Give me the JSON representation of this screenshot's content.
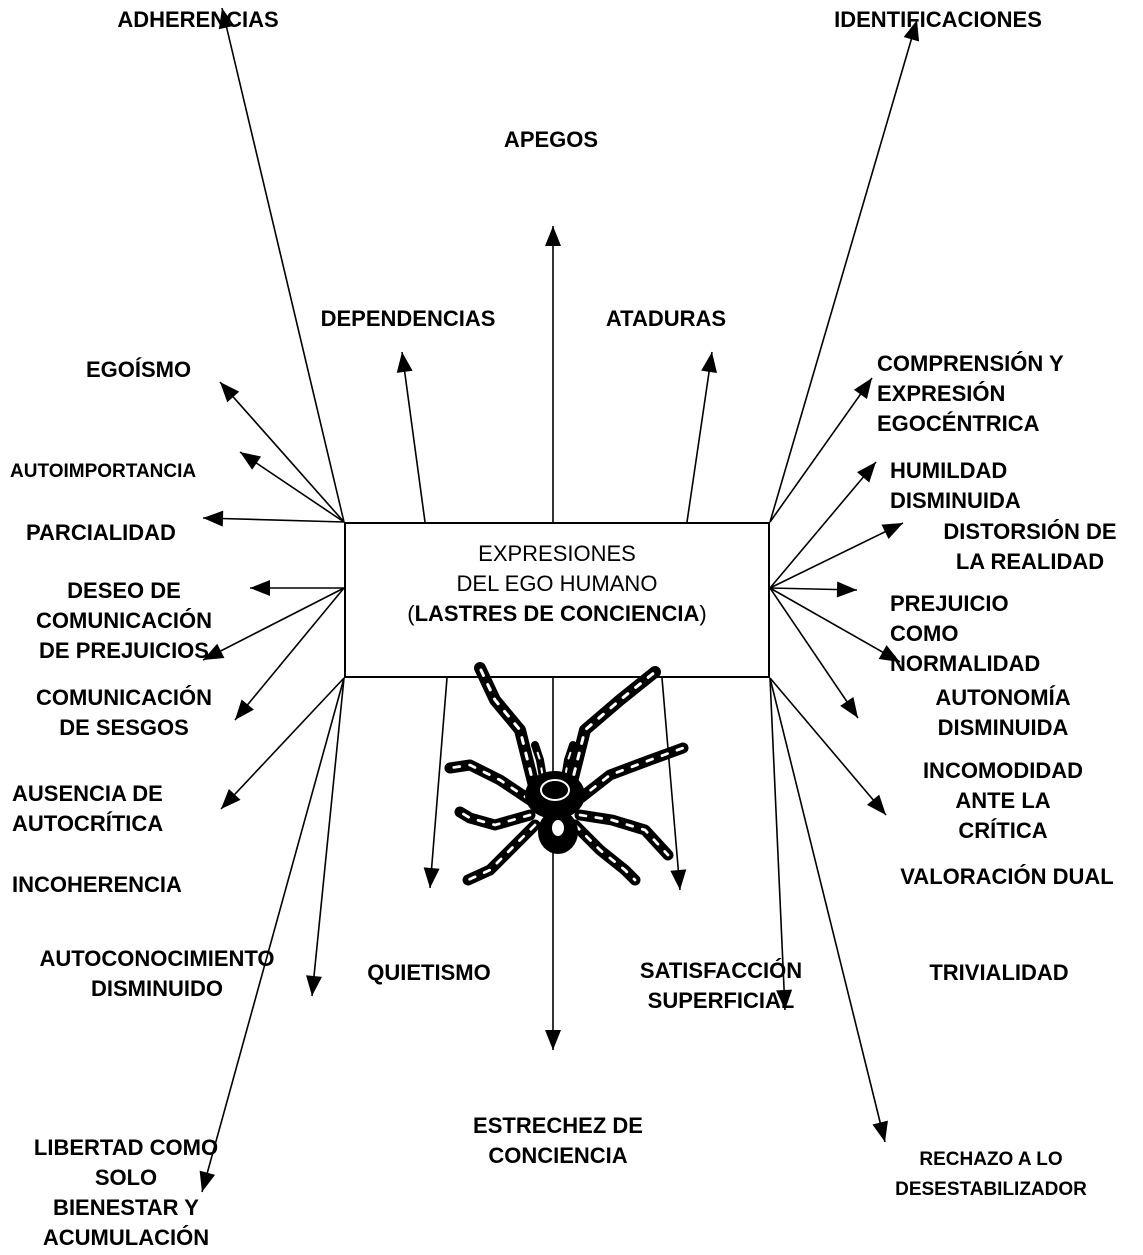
{
  "center": {
    "line1": "EXPRESIONES",
    "line2": "DEL EGO HUMANO",
    "open": "(",
    "bold": "LASTRES DE CONCIENCIA",
    "close": ")"
  },
  "labels": {
    "adherencias": "ADHERENCIAS",
    "identificaciones": "IDENTIFICACIONES",
    "apegos": "APEGOS",
    "dependencias": "DEPENDENCIAS",
    "ataduras": "ATADURAS",
    "egoismo": "EGOÍSMO",
    "autoimportancia": "AUTOIMPORTANCIA",
    "parcialidad": "PARCIALIDAD",
    "deseo": [
      "DESEO DE",
      "COMUNICACIÓN",
      "DE PREJUICIOS"
    ],
    "comunicacion_sesgos": [
      "COMUNICACIÓN",
      "DE SESGOS"
    ],
    "ausencia": [
      "AUSENCIA DE",
      "AUTOCRÍTICA"
    ],
    "incoherencia": "INCOHERENCIA",
    "autoconocimiento": [
      "AUTOCONOCIMIENTO",
      "DISMINUIDO"
    ],
    "quietismo": "QUIETISMO",
    "satisfaccion": [
      "SATISFACCIÓN",
      "SUPERFICIAL"
    ],
    "trivialidad": "TRIVIALIDAD",
    "estrechez": [
      "ESTRECHEZ DE",
      "CONCIENCIA"
    ],
    "libertad": [
      "LIBERTAD COMO",
      "SOLO",
      "BIENESTAR Y",
      "ACUMULACIÓN"
    ],
    "rechazo": [
      "RECHAZO A LO",
      "DESESTABILIZADOR"
    ],
    "comprension": [
      "COMPRENSIÓN Y",
      "EXPRESIÓN",
      "EGOCÉNTRICA"
    ],
    "humildad": [
      "HUMILDAD",
      "DISMINUIDA"
    ],
    "distorsion": [
      "DISTORSIÓN DE",
      "LA REALIDAD"
    ],
    "prejuicio": [
      "PREJUICIO",
      "COMO",
      "NORMALIDAD"
    ],
    "autonomia": [
      "AUTONOMÍA",
      "DISMINUIDA"
    ],
    "incomodidad": [
      "INCOMODIDAD",
      "ANTE LA",
      "CRÍTICA"
    ],
    "valoracion": "VALORACIÓN DUAL"
  }
}
